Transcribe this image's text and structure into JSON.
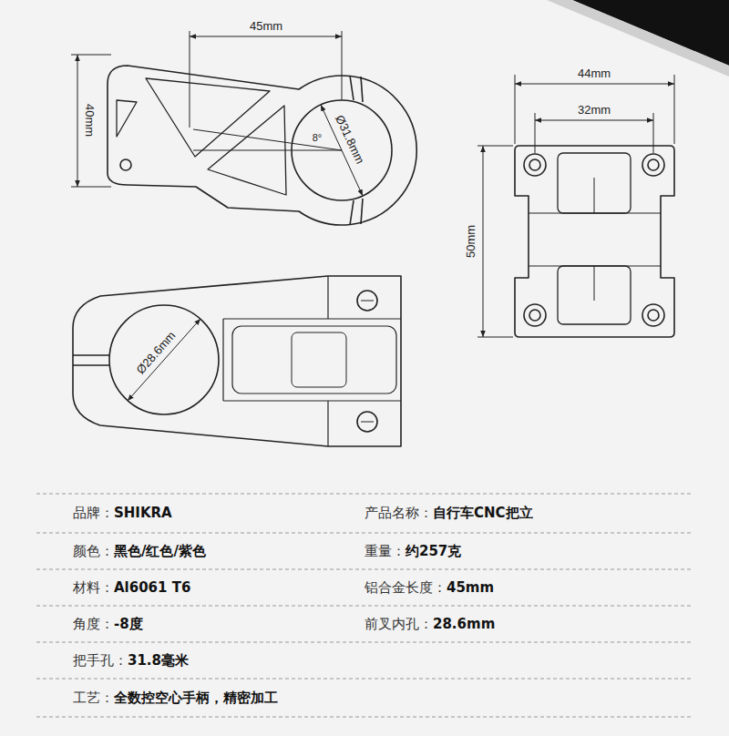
{
  "diagram": {
    "labels": [
      "45mm",
      "40mm",
      "8°",
      "Ø31.8mm",
      "44mm",
      "32mm",
      "50mm",
      "Ø28.6mm",
      "品牌：",
      "SHIKRA",
      "产品名称：",
      "自行车CNC把立",
      "颜色：",
      "黑色/红色/紫色",
      "重量：",
      "约257克",
      "材料：",
      "Al6061 T6",
      "铝合金长度：",
      "45mm",
      "角度：",
      "-8度",
      "前叉内孔：",
      "28.6mm",
      "把手孔：",
      "31.8毫米",
      "工艺：",
      "全数控空心手柄，精密加工"
    ]
  }
}
